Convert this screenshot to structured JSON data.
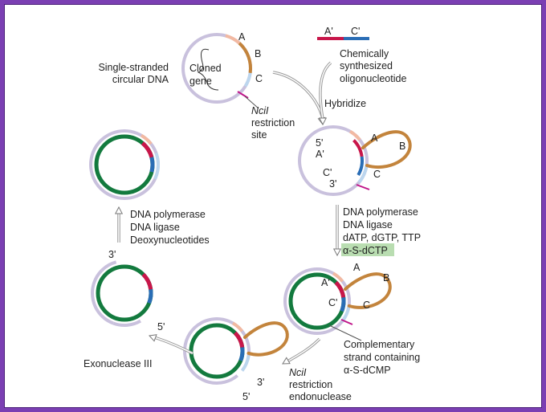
{
  "colors": {
    "frame": "#7b3fb3",
    "parental_strand": "#c9c1dd",
    "segment_a": "#f2b9a2",
    "segment_b": "#c3843c",
    "segment_c": "#bcd6ee",
    "oligo_a_prime": "#c8164a",
    "oligo_c_prime": "#2a6db5",
    "complementary_strand": "#137a3e",
    "restriction_site": "#c0168a",
    "highlight": "#b9ddb1"
  },
  "labels": {
    "ss_dna": [
      "Single-stranded",
      "circular DNA"
    ],
    "cloned_gene": [
      "Cloned",
      "gene"
    ],
    "a": "A",
    "b": "B",
    "c": "C",
    "a_prime": "A'",
    "c_prime": "C'",
    "five": "5'",
    "three": "3'",
    "nci_site": [
      "NciI",
      "restriction",
      "site"
    ],
    "oligo": [
      "Chemically",
      "synthesized",
      "oligonucleotide"
    ],
    "hybridize": "Hybridize",
    "step2": [
      "DNA polymerase",
      "DNA ligase",
      "dATP, dGTP, TTP",
      "α-S-dCTP"
    ],
    "complementary": [
      "Complementary",
      "strand containing",
      "α-S-dCMP"
    ],
    "nci_endo": [
      "NciI",
      "restriction",
      "endonuclease"
    ],
    "exo": "Exonuclease III",
    "step5": [
      "DNA polymerase",
      "DNA ligase",
      "Deoxynucleotides"
    ]
  }
}
